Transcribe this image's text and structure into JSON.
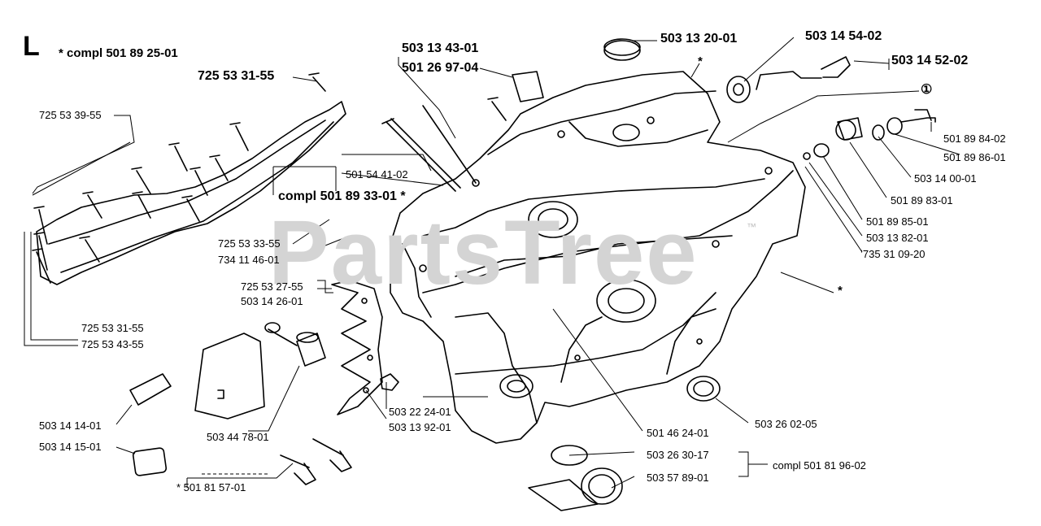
{
  "section_letter": "L",
  "section_assembly": "* compl 501 89 25-01",
  "watermark": "PartsTree",
  "watermark_mark": "™",
  "labels": {
    "p503_13_43_01": "503 13 43-01",
    "p501_26_97_04": "501 26 97-04",
    "p503_13_20_01": "503 13 20-01",
    "p503_14_54_02": "503 14 54-02",
    "p503_14_52_02": "503 14 52-02",
    "p725_53_31_55_top": "725 53 31-55",
    "p725_53_39_55": "725 53 39-55",
    "p501_54_41_02": "501 54 41-02",
    "compl_501_89_33_01": "compl 501 89 33-01  *",
    "p725_53_33_55": "725 53 33-55",
    "p734_11_46_01": "734 11 46-01",
    "p725_53_27_55": "725 53 27-55",
    "p503_14_26_01": "503 14 26-01",
    "p725_53_31_55_bot": "725 53 31-55",
    "p725_53_43_55": "725 53 43-55",
    "p503_14_14_01": "503 14 14-01",
    "p503_14_15_01": "503 14 15-01",
    "p503_44_78_01": "503 44 78-01",
    "p501_81_57_01": "*  501 81 57-01",
    "p503_22_24_01": "503 22 24-01",
    "p503_13_92_01": "503 13 92-01",
    "p501_46_24_01": "501 46 24-01",
    "p503_26_02_05": "503 26 02-05",
    "p503_26_30_17": "503 26 30-17",
    "p503_57_89_01": "503 57 89-01",
    "compl_501_81_96_02": "compl 501 81 96-02",
    "circle_1": "①",
    "p501_89_84_02": "501 89 84-02",
    "p501_89_86_01": "501 89 86-01",
    "p503_14_00_01": "503 14 00-01",
    "p501_89_83_01": "501 89 83-01",
    "p501_89_85_01": "501 89 85-01",
    "p503_13_82_01": "503 13 82-01",
    "p735_31_09_20": "ʼ735 31 09-20",
    "star_top": "*",
    "star_right": "*"
  }
}
